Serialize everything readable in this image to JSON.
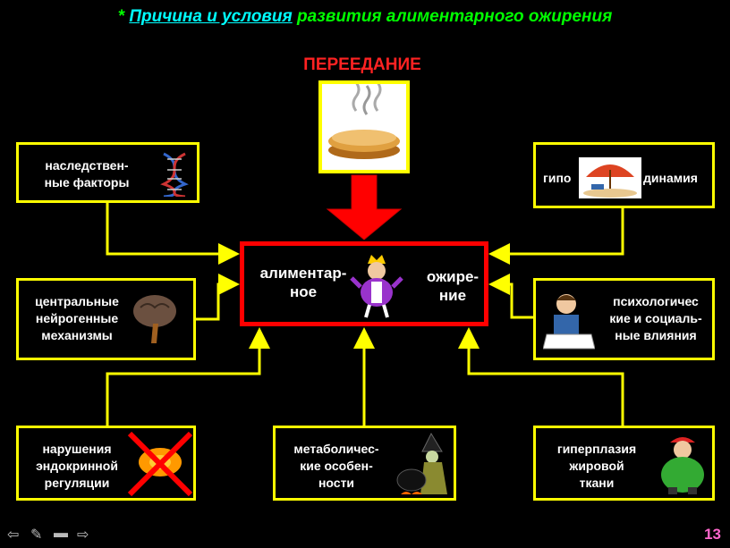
{
  "title": {
    "star": "*",
    "link": "Причина и условия",
    "rest": "развития алиментарного ожирения"
  },
  "overeating": "ПЕРЕЕДАНИЕ",
  "center": {
    "left": "алиментар-\nное",
    "right": "ожире-\nние"
  },
  "boxes": {
    "heredity": "наслед­ствен-\nные факторы",
    "hypodynamia_left": "гипо",
    "hypodynamia_right": "динамия",
    "neurogenic": "центральные\nнейрогенные\nмеханизмы",
    "psycho": "психологичес\nкие и социаль-\nные влияния",
    "endocrine": "нарушения\nэндокринной\nрегуляции",
    "metabolic": "метаболичес-\nкие особен-\nности",
    "hyperplasia": "гиперплазия\nжировой\nткани"
  },
  "page_number": "13",
  "colors": {
    "frame": "#ffff00",
    "center": "#ff0000",
    "arrow": "#ff0000",
    "title_green": "#00ff00",
    "title_link": "#00ffff"
  }
}
